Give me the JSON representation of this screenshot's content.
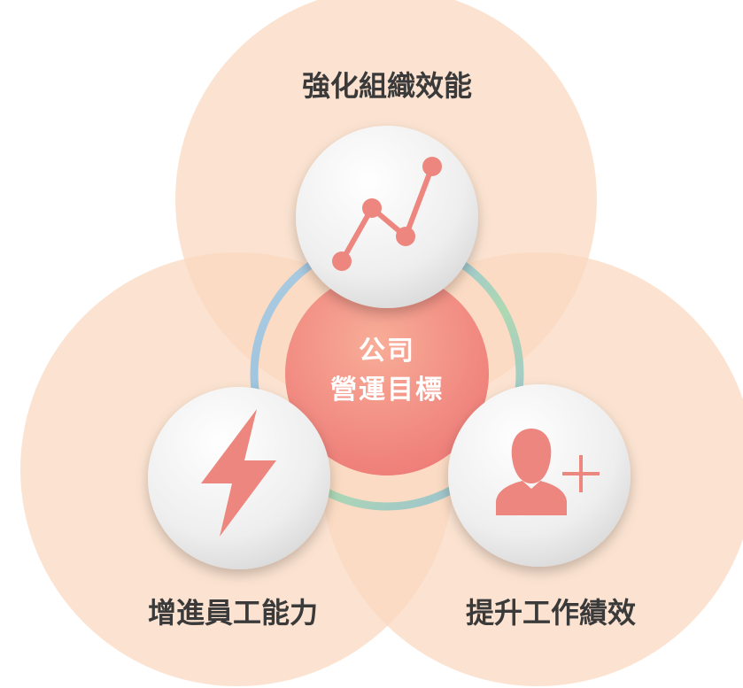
{
  "center": {
    "line1": "公司",
    "line2": "營運目標"
  },
  "pillars": {
    "top": {
      "label": "強化組織效能",
      "icon": "line-chart-icon"
    },
    "left": {
      "label": "增進員工能力",
      "icon": "lightning-bolt-icon"
    },
    "right": {
      "label": "提升工作績效",
      "icon": "add-user-icon"
    }
  },
  "colors": {
    "petal": "#fbd7bd",
    "petal_overlap": "#f8c8a6",
    "accent": "#ec867e",
    "center_light": "#f7a28f",
    "center_dark": "#ef7f79",
    "ring_blue": "#8fbfe0",
    "ring_green": "#9fd3a8",
    "label_text": "#3a3a3a"
  }
}
